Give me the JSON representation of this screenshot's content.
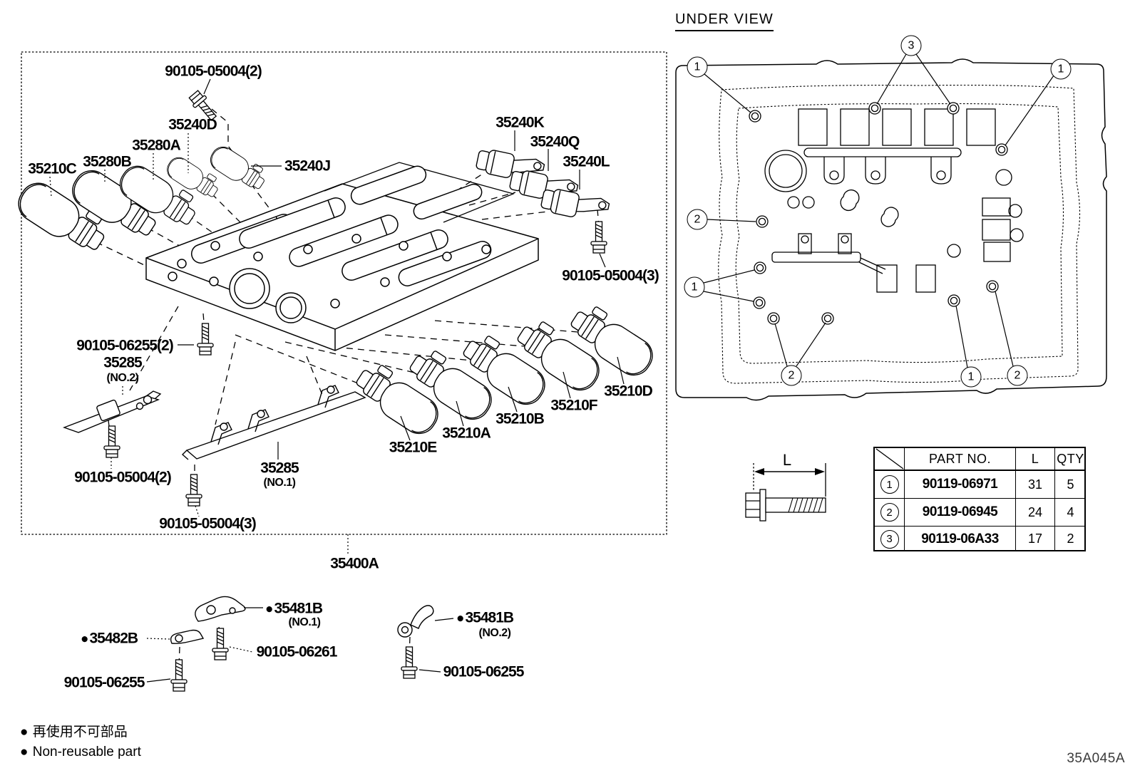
{
  "diagram": {
    "doc_code": "35A045A",
    "under_view_title": "UNDER VIEW",
    "dim_label": "L",
    "icons": {
      "non_reusable_bullet": "●"
    },
    "notes": {
      "jp": "再使用不可部品",
      "en": "Non-reusable part"
    },
    "labels": {
      "bolt_top": "90105-05004(2)",
      "s35240d": "35240D",
      "s35280a": "35280A",
      "s35280b": "35280B",
      "s35210c": "35210C",
      "s35240j": "35240J",
      "s35240k": "35240K",
      "s35240q": "35240Q",
      "s35240l": "35240L",
      "bolt_right": "90105-05004(3)",
      "bolt_06255_2": "90105-06255(2)",
      "rail2": "35285",
      "rail2_no": "(NO.2)",
      "bolt_left2": "90105-05004(2)",
      "rail1": "35285",
      "rail1_no": "(NO.1)",
      "bolt_bottom3": "90105-05004(3)",
      "s35210e": "35210E",
      "s35210a": "35210A",
      "s35210b": "35210B",
      "s35210f": "35210F",
      "s35210d2": "35210D",
      "assembly": "35400A",
      "b35482b": "35482B",
      "b35481b_1": "35481B",
      "b35481b_1_no": "(NO.1)",
      "bolt_06261": "90105-06261",
      "bolt_06255_l": "90105-06255",
      "b35481b_2": "35481B",
      "b35481b_2_no": "(NO.2)",
      "bolt_06255_r": "90105-06255"
    },
    "markers": [
      {
        "n": "1"
      },
      {
        "n": "3"
      },
      {
        "n": "1"
      },
      {
        "n": "2"
      },
      {
        "n": "1"
      },
      {
        "n": "2"
      },
      {
        "n": "1"
      },
      {
        "n": "2"
      }
    ],
    "table": {
      "headers": {
        "part": "PART NO.",
        "l": "L",
        "qty": "QTY"
      },
      "rows": [
        {
          "no": "1",
          "part": "90119-06971",
          "l": "31",
          "qty": "5"
        },
        {
          "no": "2",
          "part": "90119-06945",
          "l": "24",
          "qty": "4"
        },
        {
          "no": "3",
          "part": "90119-06A33",
          "l": "17",
          "qty": "2"
        }
      ]
    }
  }
}
